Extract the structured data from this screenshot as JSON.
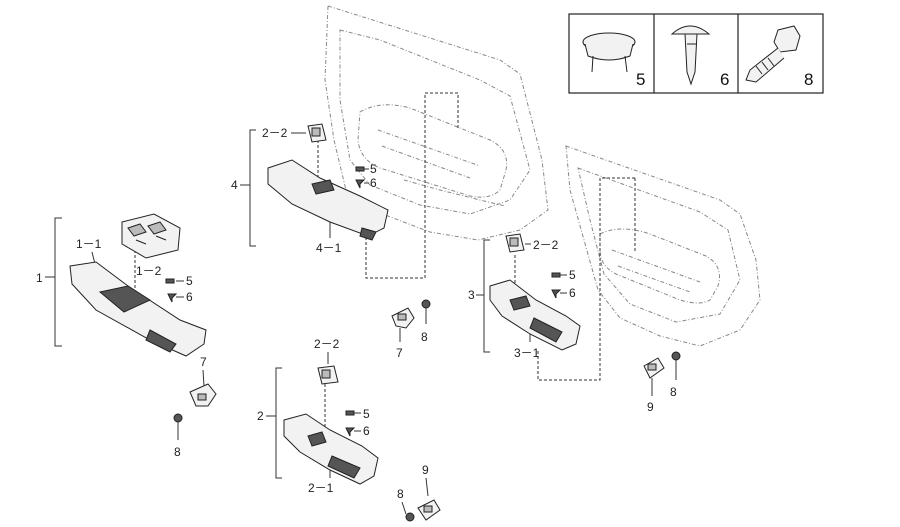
{
  "legend": [
    {
      "number": "5",
      "icon": "clip-icon"
    },
    {
      "number": "6",
      "icon": "push-rivet-icon"
    },
    {
      "number": "8",
      "icon": "bolt-icon"
    }
  ],
  "callouts": {
    "g1": "1",
    "g1_1": "1－1",
    "g1_2": "1－2",
    "g1_5": "5",
    "g1_6": "6",
    "g1_7": "7",
    "g1_8": "8",
    "g2": "2",
    "g2_2": "2－2",
    "g2_5": "5",
    "g2_6": "6",
    "g2_1": "2－1",
    "g2_8": "8",
    "g2_9": "9",
    "g4": "4",
    "g4_2": "2－2",
    "g4_5": "5",
    "g4_6": "6",
    "g4_1": "4－1",
    "g4_7": "7",
    "g4_8": "8",
    "g3": "3",
    "g3_2": "2－2",
    "g3_5": "5",
    "g3_6": "6",
    "g3_1": "3－1",
    "g3_9": "9",
    "g3_8": "8"
  }
}
